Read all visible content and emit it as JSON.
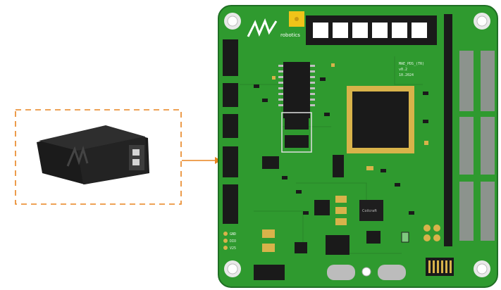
{
  "colors": {
    "pcb_green": "#2f9a2f",
    "pcb_edge": "#1f6f24",
    "arrow_orange": "#e8841f",
    "dashed_box": "#e8841f",
    "device_body": "#262626",
    "chip_black": "#1a1a1a",
    "pad_gold": "#d8b34a",
    "connector_gray": "#8c938d",
    "display_white": "#ffffff",
    "logo_white": "#ffffff",
    "solder_yellow": "#f0c419"
  },
  "pcb": {
    "brand_word": "robotics",
    "board_text_line1": "MAE_PDS_(TR)",
    "board_text_line2": "v0.2",
    "board_text_line3": "10.2024",
    "pin_labels": [
      "GND",
      "DIO",
      "V25"
    ],
    "inductor_label": "Coilcraft"
  },
  "device": {
    "logo_mark_icon": "m7-logo-icon"
  },
  "icons": {
    "arrow": "arrow-right-icon",
    "mount_hole": "mount-hole-icon",
    "brand_logo": "m7-logo-icon"
  }
}
